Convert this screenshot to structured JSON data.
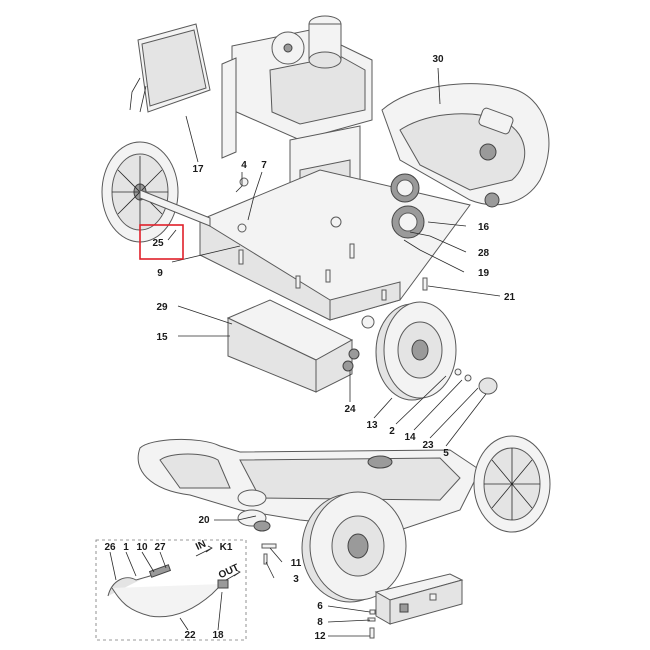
{
  "diagram": {
    "labels": {
      "l30": "30",
      "l17": "17",
      "l4": "4",
      "l7": "7",
      "l25": "25",
      "l9": "9",
      "l16": "16",
      "l28": "28",
      "l19": "19",
      "l21": "21",
      "l29": "29",
      "l15": "15",
      "l24": "24",
      "l13": "13",
      "l2": "2",
      "l14": "14",
      "l23": "23",
      "l5": "5",
      "l20": "20",
      "l26": "26",
      "l1": "1",
      "l10": "10",
      "l27": "27",
      "lK1": "K1",
      "lIN": "IN",
      "lOUT": "OUT",
      "l11": "11",
      "l3": "3",
      "l22": "22",
      "l18": "18",
      "l6": "6",
      "l8": "8",
      "l12": "12"
    },
    "highlighted_part": "25",
    "highlight_color": "#e0202a"
  }
}
